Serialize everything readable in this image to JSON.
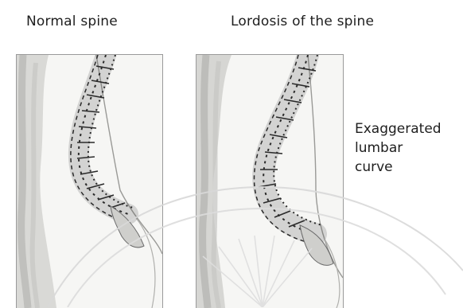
{
  "titles": {
    "normal": "Normal spine",
    "lordosis": "Lordosis of the spine"
  },
  "annotation": {
    "lines": [
      "Exaggerated",
      "lumbar",
      "curve"
    ]
  },
  "colors": {
    "ink": "#2a2a2a",
    "frame": "#9a9a9a",
    "watermark": "#d8d8d8"
  }
}
